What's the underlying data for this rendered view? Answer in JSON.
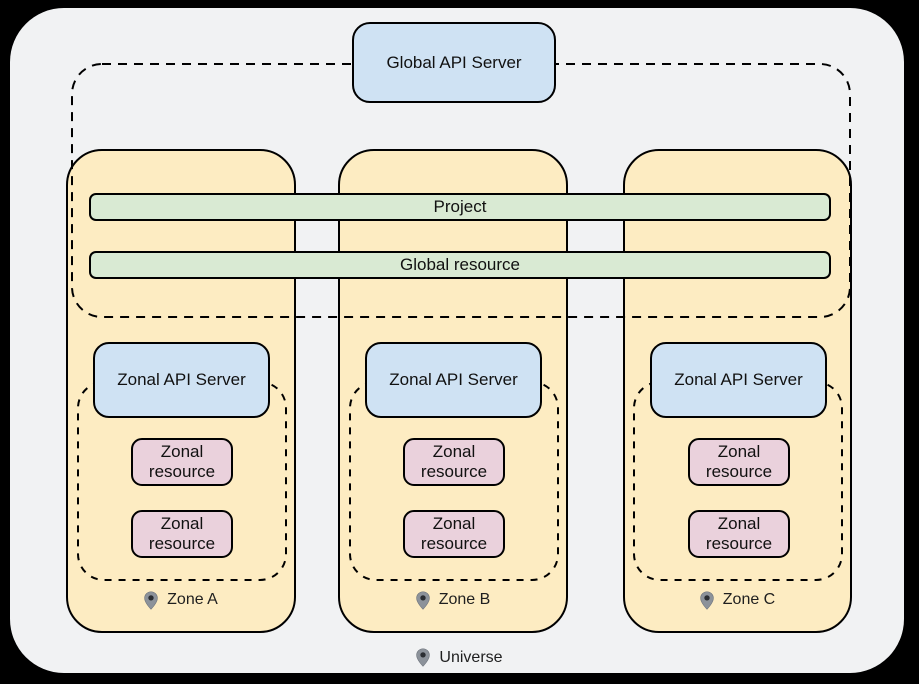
{
  "diagram": {
    "global_api_server_label": "Global API Server",
    "project_bar_label": "Project",
    "global_resource_bar_label": "Global resource",
    "universe_label": "Universe",
    "zones": [
      {
        "api_server_label": "Zonal API Server",
        "resources": [
          "Zonal resource",
          "Zonal resource"
        ],
        "zone_label": "Zone A"
      },
      {
        "api_server_label": "Zonal API Server",
        "resources": [
          "Zonal resource",
          "Zonal resource"
        ],
        "zone_label": "Zone B"
      },
      {
        "api_server_label": "Zonal API Server",
        "resources": [
          "Zonal resource",
          "Zonal resource"
        ],
        "zone_label": "Zone C"
      }
    ],
    "colors": {
      "page_background": "#000000",
      "universe_fill": "#f1f2f3",
      "zone_fill": "#fdecc2",
      "bar_fill": "#d9ead3",
      "api_server_fill": "#cfe2f3",
      "resource_fill": "#ead1dc",
      "border": "#000000",
      "pin_gray": "#8c929a"
    }
  }
}
